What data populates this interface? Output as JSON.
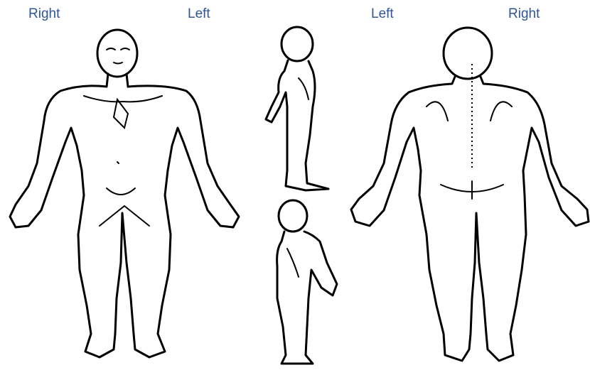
{
  "labels": {
    "front_right": "Right",
    "front_left": "Left",
    "back_left": "Left",
    "back_right": "Right"
  },
  "colors": {
    "label_text": "#2f5597",
    "outline": "#000000",
    "background": "#ffffff"
  }
}
